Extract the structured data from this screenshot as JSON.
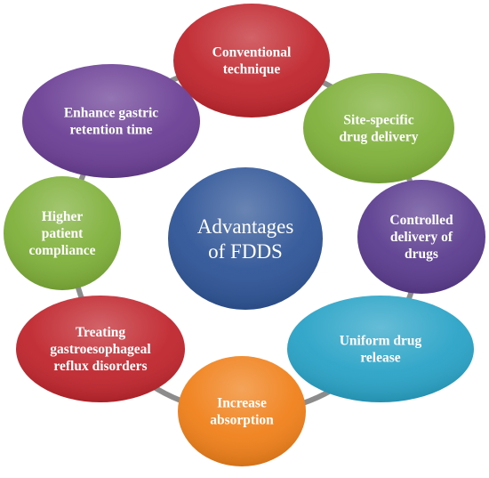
{
  "center": {
    "lines": [
      "Advantages",
      "of FDDS"
    ],
    "color": "#2f5597"
  },
  "nodes": [
    {
      "id": "conventional-technique",
      "lines": [
        "Conventional",
        "technique"
      ],
      "color": "#c0262d"
    },
    {
      "id": "site-specific-drug-delivery",
      "lines": [
        "Site-specific",
        "drug delivery"
      ],
      "color": "#7fb03a"
    },
    {
      "id": "controlled-delivery-of-drugs",
      "lines": [
        "Controlled",
        "delivery of",
        "drugs"
      ],
      "color": "#5b3c8f"
    },
    {
      "id": "uniform-drug-release",
      "lines": [
        "Uniform drug",
        "release"
      ],
      "color": "#2aa3c7"
    },
    {
      "id": "increase-absorption",
      "lines": [
        "Increase",
        "absorption"
      ],
      "color": "#f0801a"
    },
    {
      "id": "treating-gastroesophageal-reflux-disorders",
      "lines": [
        "Treating",
        "gastroesophageal",
        "reflux disorders"
      ],
      "color": "#c0262d"
    },
    {
      "id": "higher-patient-compliance",
      "lines": [
        "Higher",
        "patient",
        "compliance"
      ],
      "color": "#7fb03a"
    },
    {
      "id": "enhance-gastric-retention-time",
      "lines": [
        "Enhance gastric",
        "retention time"
      ],
      "color": "#6b3f95"
    }
  ],
  "ring": {
    "color": "#8c8c8c"
  }
}
